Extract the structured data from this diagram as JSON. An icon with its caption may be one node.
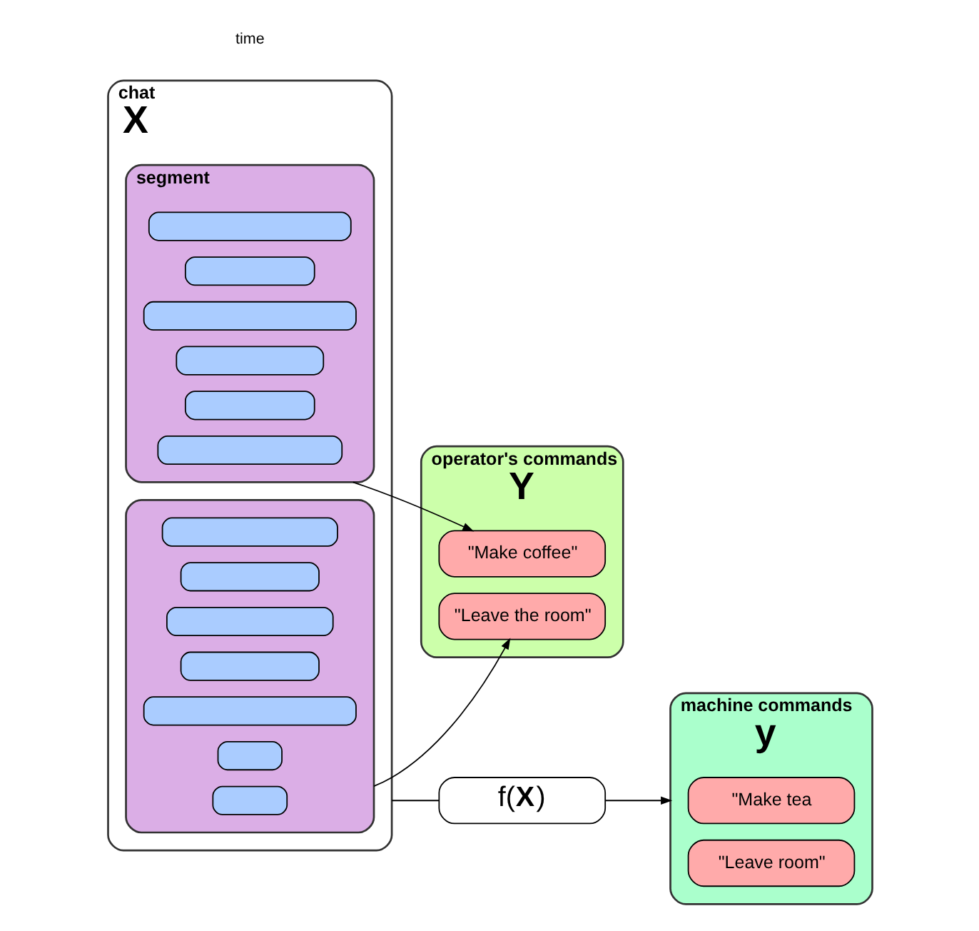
{
  "diagram": {
    "nodes": [
      {
        "text": [
          "chat",
          "X"
        ]
      },
      {
        "text": [
          "segment"
        ],
        "in": 0
      },
      {
        "text": [],
        "shape": "bar",
        "in": 1
      },
      {
        "text": [],
        "shape": "bar",
        "in": 1
      },
      {
        "text": [],
        "shape": "bar",
        "in": 1
      },
      {
        "text": [],
        "shape": "bar",
        "in": 1
      },
      {
        "text": [],
        "shape": "bar",
        "in": 1
      },
      {
        "text": [],
        "shape": "bar",
        "in": 1
      },
      {
        "text": [],
        "shape": "box",
        "in": 0
      },
      {
        "text": [],
        "shape": "bar",
        "in": 8
      },
      {
        "text": [],
        "shape": "bar",
        "in": 8
      },
      {
        "text": [],
        "shape": "bar",
        "in": 8
      },
      {
        "text": [],
        "shape": "bar",
        "in": 8
      },
      {
        "text": [],
        "shape": "bar",
        "in": 8
      },
      {
        "text": [],
        "shape": "bar",
        "in": 8
      },
      {
        "text": [],
        "shape": "bar",
        "in": 8
      },
      {
        "text": [
          "f(**X**)"
        ]
      },
      {
        "text": [
          "operator's commands",
          "Y"
        ]
      },
      {
        "text": [
          "\"Make coffee\""
        ],
        "in": 17
      },
      {
        "text": [
          "\"Leave the room\""
        ],
        "in": 17
      },
      {
        "text": [
          "machine commands",
          "y"
        ]
      },
      {
        "text": [
          "\"Make tea"
        ],
        "in": 20
      },
      {
        "text": [
          "\"Leave room\""
        ],
        "in": 20
      }
    ],
    "edges": [
      {
        "from": 0,
        "to": 16,
        "arrow": "none"
      },
      {
        "from": 16,
        "to": 20,
        "arrow": "to"
      },
      {
        "from": 1,
        "to": 18,
        "arrow": "to"
      },
      {
        "from": 8,
        "to": 19,
        "arrow": "to"
      }
    ],
    "labels": [
      "time"
    ]
  }
}
